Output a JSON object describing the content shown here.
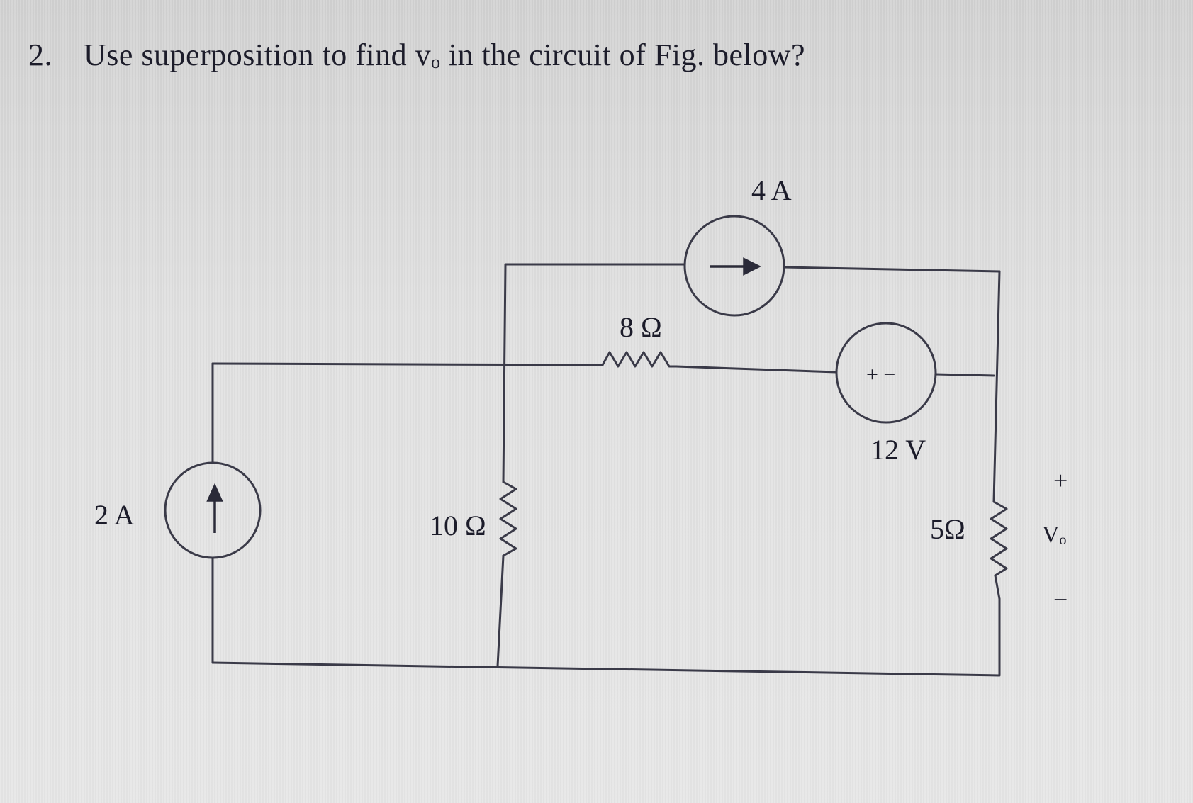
{
  "question": {
    "number": "2.",
    "text": "Use superposition to find vₒ in the circuit of Fig. below?"
  },
  "circuit": {
    "current_source_left": {
      "label": "2 A",
      "arrow": "up-arrow-icon"
    },
    "resistor_middle": {
      "label": "10 Ω"
    },
    "resistor_top": {
      "label": "8 Ω"
    },
    "current_source_top": {
      "label": "4 A",
      "arrow": "right-arrow-icon"
    },
    "voltage_source": {
      "label": "12 V",
      "polarity": "+ −"
    },
    "resistor_right": {
      "label": "5Ω"
    },
    "output": {
      "plus": "+",
      "label": "Vₒ",
      "minus": "−"
    }
  }
}
